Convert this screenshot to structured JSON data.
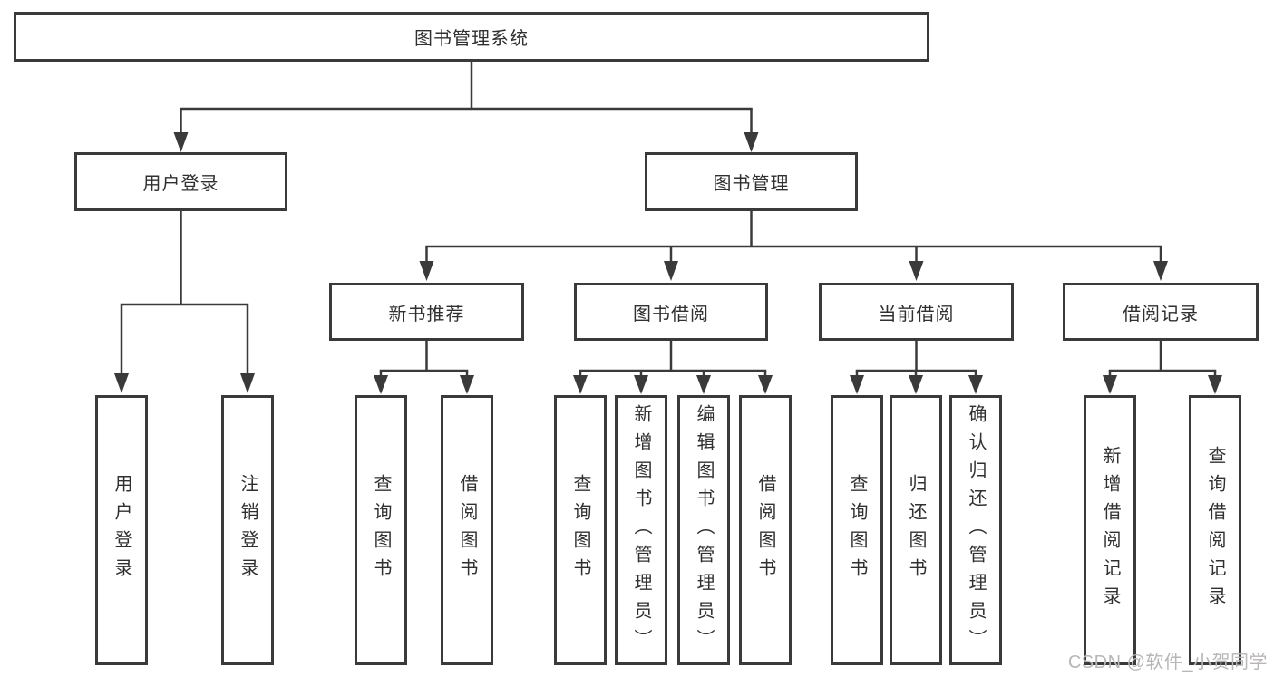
{
  "diagram": {
    "root": {
      "label": "图书管理系统"
    },
    "branches": [
      {
        "label": "用户登录",
        "children": [
          {
            "label": "用户登录"
          },
          {
            "label": "注销登录"
          }
        ]
      },
      {
        "label": "图书管理",
        "children": [
          {
            "label": "新书推荐",
            "children": [
              {
                "label": "查询图书"
              },
              {
                "label": "借阅图书"
              }
            ]
          },
          {
            "label": "图书借阅",
            "children": [
              {
                "label": "查询图书"
              },
              {
                "label": "新增图书（管理员）"
              },
              {
                "label": "编辑图书（管理员）"
              },
              {
                "label": "借阅图书"
              }
            ]
          },
          {
            "label": "当前借阅",
            "children": [
              {
                "label": "查询图书"
              },
              {
                "label": "归还图书"
              },
              {
                "label": "确认归还（管理员）"
              }
            ]
          },
          {
            "label": "借阅记录",
            "children": [
              {
                "label": "新增借阅记录"
              },
              {
                "label": "查询借阅记录"
              }
            ]
          }
        ]
      }
    ],
    "watermark": "CSDN @软件_小贺同学",
    "colors": {
      "line": "#3a3a3a",
      "text": "#303030",
      "watermark_text": "#b9b6b6",
      "background": "#ffffff"
    }
  }
}
